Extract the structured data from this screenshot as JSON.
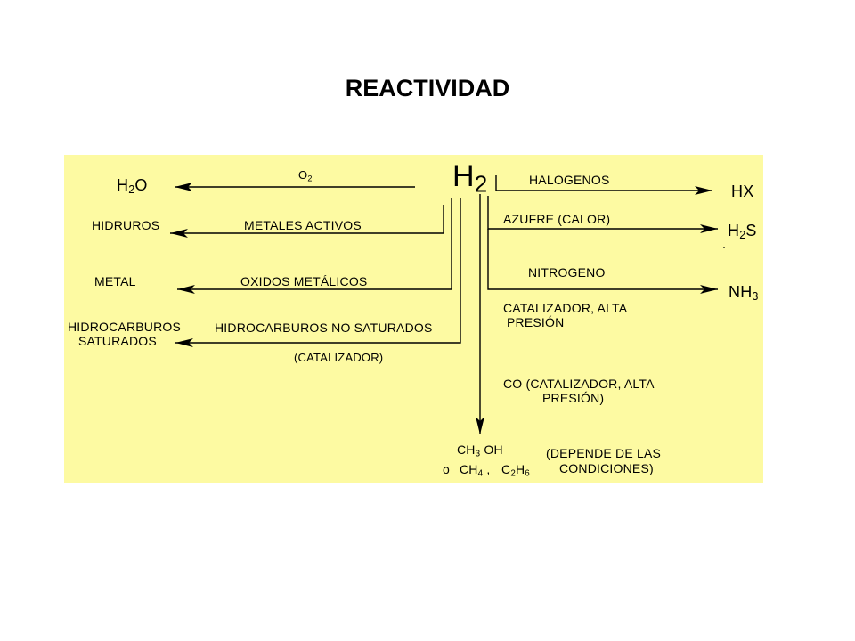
{
  "title": "REACTIVIDAD",
  "colors": {
    "panel": "#fdfaa2",
    "line": "#000000",
    "text": "#000000"
  },
  "center": {
    "base": "H",
    "sub": "2"
  },
  "left": {
    "o2": {
      "base": "O",
      "sub": "2"
    },
    "h2o": {
      "pre": "H",
      "sub": "2",
      "post": "O"
    },
    "metales_activos": "METALES ACTIVOS",
    "hidruros": "HIDRUROS",
    "oxidos_metalicos": "OXIDOS METÁLICOS",
    "metal": "METAL",
    "hidrocarburos_no_saturados": "HIDROCARBUROS NO SATURADOS",
    "catalizador": "(CATALIZADOR)",
    "hidrocarburos_saturados_1": "HIDROCARBUROS",
    "hidrocarburos_saturados_2": "SATURADOS"
  },
  "right": {
    "halogenos": "HALOGENOS",
    "hx": "HX",
    "azufre": "AZUFRE (CALOR)",
    "h2s": {
      "pre": "H",
      "sub": "2",
      "post": "S"
    },
    "nitrogeno": "NITROGENO",
    "nh3": {
      "pre": "NH",
      "sub": "3"
    },
    "catalizador_alta_1": "CATALIZADOR, ALTA",
    "catalizador_alta_2": "PRESIÓN",
    "co_1": "CO (CATALIZADOR, ALTA",
    "co_2": "PRESIÓN)"
  },
  "bottom": {
    "ch3": {
      "pre": "CH",
      "sub": "3",
      "post": " OH"
    },
    "o": "o",
    "ch4": {
      "pre": "CH",
      "sub": "4",
      "post": " ,"
    },
    "c2h6": {
      "c": "C",
      "s1": "2",
      "h": "H",
      "s2": "6"
    },
    "depende_1": "(DEPENDE DE LAS",
    "depende_2": "CONDICIONES)"
  }
}
